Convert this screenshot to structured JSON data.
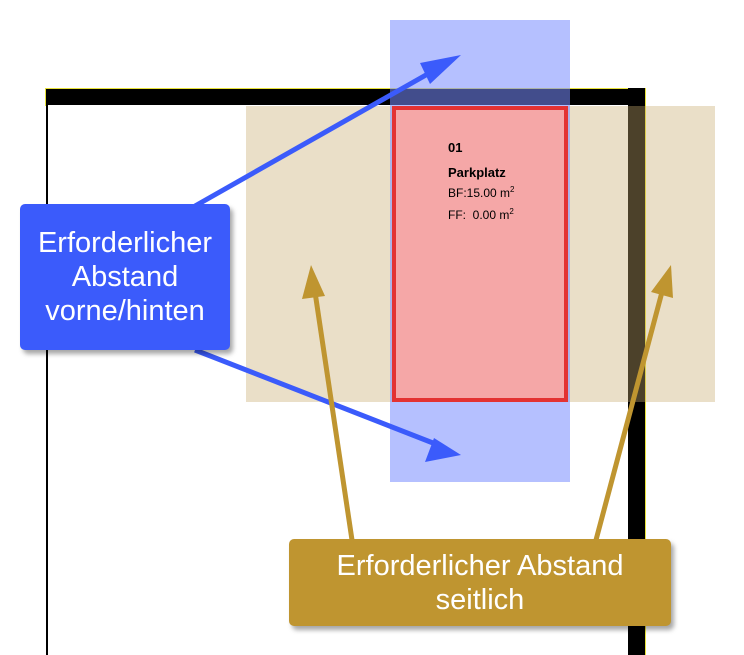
{
  "parking_space": {
    "number": "01",
    "name": "Parkplatz",
    "bf_label": "BF:",
    "bf_value": "15.00 m",
    "ff_label": "FF:",
    "ff_value": "0.00 m",
    "unit_exponent": "2"
  },
  "callouts": {
    "front_back": {
      "lines": [
        "Erforderlicher",
        "Abstand",
        "vorne/hinten"
      ]
    },
    "side": {
      "lines": [
        "Erforderlicher Abstand",
        "seitlich"
      ]
    }
  },
  "colors": {
    "front_back_accent": "#3b5bfb",
    "side_accent": "#bf9530",
    "parking_fill": "#f5a7a7",
    "parking_border": "#e33232",
    "wall": "#000000"
  }
}
